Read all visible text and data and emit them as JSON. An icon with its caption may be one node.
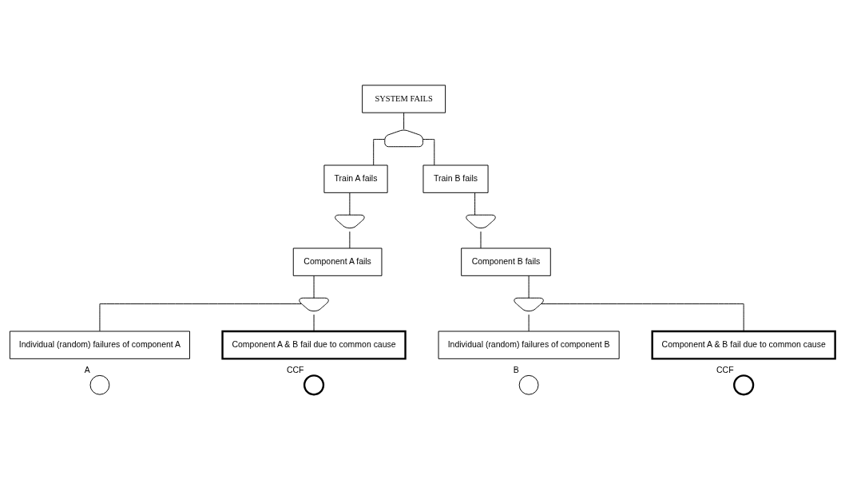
{
  "diagram": {
    "nodes": [
      {
        "text": [
          "SYSTEM FAILS"
        ]
      },
      {
        "text": [],
        "shape": "semicircle"
      },
      {
        "text": [
          "Train A fails"
        ]
      },
      {
        "text": [],
        "shape": "crescent"
      },
      {
        "text": [
          "Component A fails"
        ]
      },
      {
        "text": [],
        "shape": "crescent"
      },
      {
        "text": [
          "Individual (random) failures of component A"
        ]
      },
      {
        "text": [],
        "shape": "circle",
        "beside": [
          "A"
        ]
      },
      {
        "text": [
          "Component A & B fail due to common cause"
        ]
      },
      {
        "text": [],
        "shape": "circle",
        "beside": [
          "CCF"
        ]
      },
      {
        "text": [
          "Train B fails"
        ]
      },
      {
        "text": [],
        "shape": "crescent"
      },
      {
        "text": [
          "Component B fails"
        ]
      },
      {
        "text": [],
        "shape": "crescent"
      },
      {
        "text": [
          "Individual (random) failures of component B"
        ]
      },
      {
        "text": [],
        "shape": "circle",
        "beside": [
          "B"
        ]
      },
      {
        "text": [
          "Component A & B fail due to common cause"
        ]
      },
      {
        "text": [],
        "shape": "circle",
        "beside": [
          "CCF"
        ]
      }
    ],
    "edges": [
      {
        "from": 0,
        "to": 1,
        "arrow": "none"
      },
      {
        "from": 1,
        "to": 2,
        "arrow": "none"
      },
      {
        "from": 1,
        "to": 10,
        "arrow": "none"
      },
      {
        "from": 2,
        "to": 3,
        "arrow": "none"
      },
      {
        "from": 3,
        "to": 4,
        "arrow": "none"
      },
      {
        "from": 4,
        "to": 5,
        "arrow": "none"
      },
      {
        "from": 5,
        "to": 6,
        "arrow": "none"
      },
      {
        "from": 5,
        "to": 8,
        "arrow": "none"
      },
      {
        "from": 10,
        "to": 11,
        "arrow": "none"
      },
      {
        "from": 11,
        "to": 12,
        "arrow": "none"
      },
      {
        "from": 12,
        "to": 13,
        "arrow": "none"
      },
      {
        "from": 13,
        "to": 14,
        "arrow": "none"
      },
      {
        "from": 13,
        "to": 16,
        "arrow": "none"
      }
    ]
  }
}
